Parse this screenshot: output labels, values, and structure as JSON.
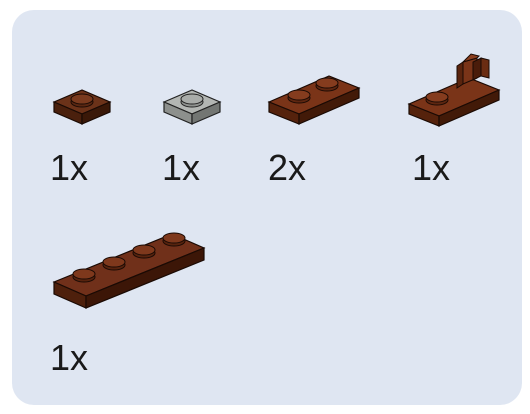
{
  "parts": [
    {
      "quantity": "1x",
      "name": "plate-1x1",
      "color": "#5c2a12"
    },
    {
      "quantity": "1x",
      "name": "plate-1x1",
      "color": "#a3a6a3"
    },
    {
      "quantity": "2x",
      "name": "plate-1x2",
      "color": "#6a2a14"
    },
    {
      "quantity": "1x",
      "name": "plate-1x2-with-clip",
      "color": "#6a2a14"
    },
    {
      "quantity": "1x",
      "name": "plate-1x4",
      "color": "#5a2412"
    }
  ]
}
